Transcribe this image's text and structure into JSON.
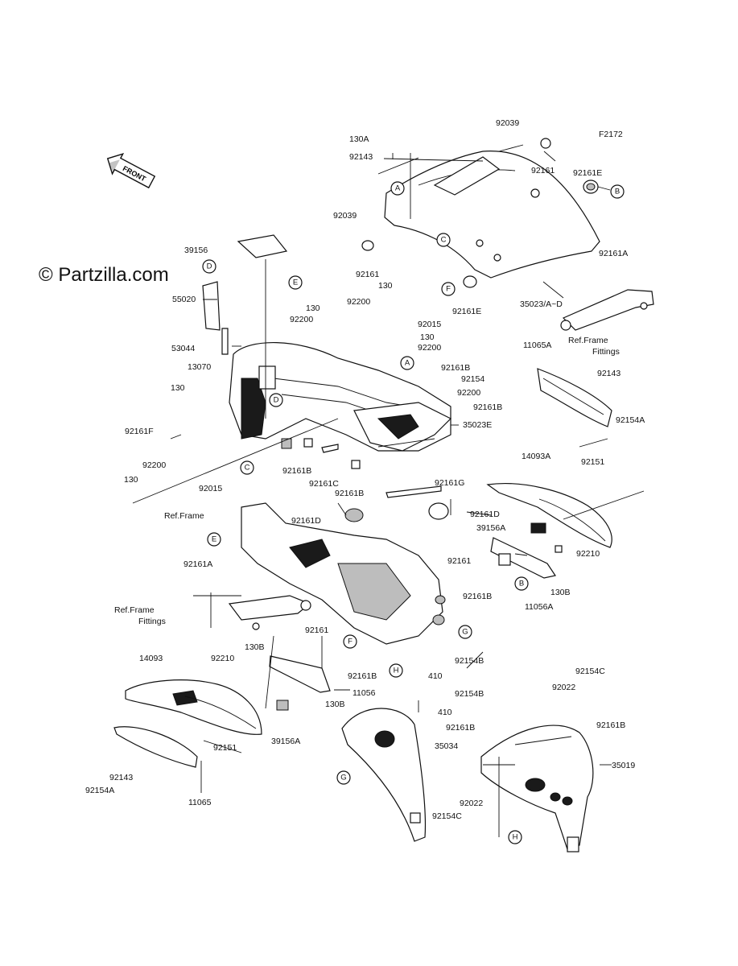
{
  "watermark": "© Partzilla.com",
  "figure_code": "F2172",
  "front_arrow": "FRONT",
  "callout_letters": [
    "A",
    "A",
    "B",
    "B",
    "C",
    "C",
    "D",
    "D",
    "E",
    "E",
    "F",
    "F",
    "G",
    "G",
    "H",
    "H"
  ],
  "part_labels": {
    "p130a": "130A",
    "p92143_top": "92143",
    "p92039_top": "92039",
    "p92161_topright": "92161",
    "p92161e_right": "92161E",
    "p92039_left": "92039",
    "p92161_mid": "92161",
    "p92161e_mid": "92161E",
    "p35023ad": "35023/A~D",
    "p92161a_right": "92161A",
    "ref_frame_fittings_right": "Ref.Frame\nFittings",
    "p39156": "39156",
    "p55020": "55020",
    "p130_a": "130",
    "p130_b": "130",
    "p92200_a": "92200",
    "p92200_b": "92200",
    "p92015_a": "92015",
    "p130_c": "130",
    "p92200_c": "92200",
    "p53044": "53044",
    "p13070": "13070",
    "p130_d": "130",
    "p92161f": "92161F",
    "p92161b_a": "92161B",
    "p92154": "92154",
    "p92200_d": "92200",
    "p92161b_b": "92161B",
    "p35023e": "35023E",
    "p11065a": "11065A",
    "p92143_right": "92143",
    "p92154a_right": "92154A",
    "p92200_e": "92200",
    "p130_e": "130",
    "p92015_b": "92015",
    "p92161b_c": "92161B",
    "p92161c": "92161C",
    "p92161b_d": "92161B",
    "p92161g": "92161G",
    "p14093a": "14093A",
    "p92151_right": "92151",
    "ref_frame": "Ref.Frame",
    "p92161d_left": "92161D",
    "p92161d_right": "92161D",
    "p39156a_right": "39156A",
    "p92210_right": "92210",
    "p92161_right2": "92161",
    "p130b_right": "130B",
    "p11056a": "11056A",
    "p92161a_left": "92161A",
    "ref_frame_fittings_left": "Ref.Frame\nFittings",
    "p92161b_e": "92161B",
    "p92161_left2": "92161",
    "p130b_left": "130B",
    "p92154b_a": "92154B",
    "p410_a": "410",
    "p92161b_f": "92161B",
    "p14093": "14093",
    "p92210_left": "92210",
    "p11056": "11056",
    "p130b_left2": "130B",
    "p92154b_b": "92154B",
    "p410_b": "410",
    "p92154c_top": "92154C",
    "p92022_top": "92022",
    "p92161b_g": "92161B",
    "p92161b_h": "92161B",
    "p35034": "35034",
    "p35019": "35019",
    "p39156a_left": "39156A",
    "p92151_left": "92151",
    "p92143_left": "92143",
    "p92154a_left": "92154A",
    "p11065": "11065",
    "p92022_bottom": "92022",
    "p92154c_bottom": "92154C"
  }
}
